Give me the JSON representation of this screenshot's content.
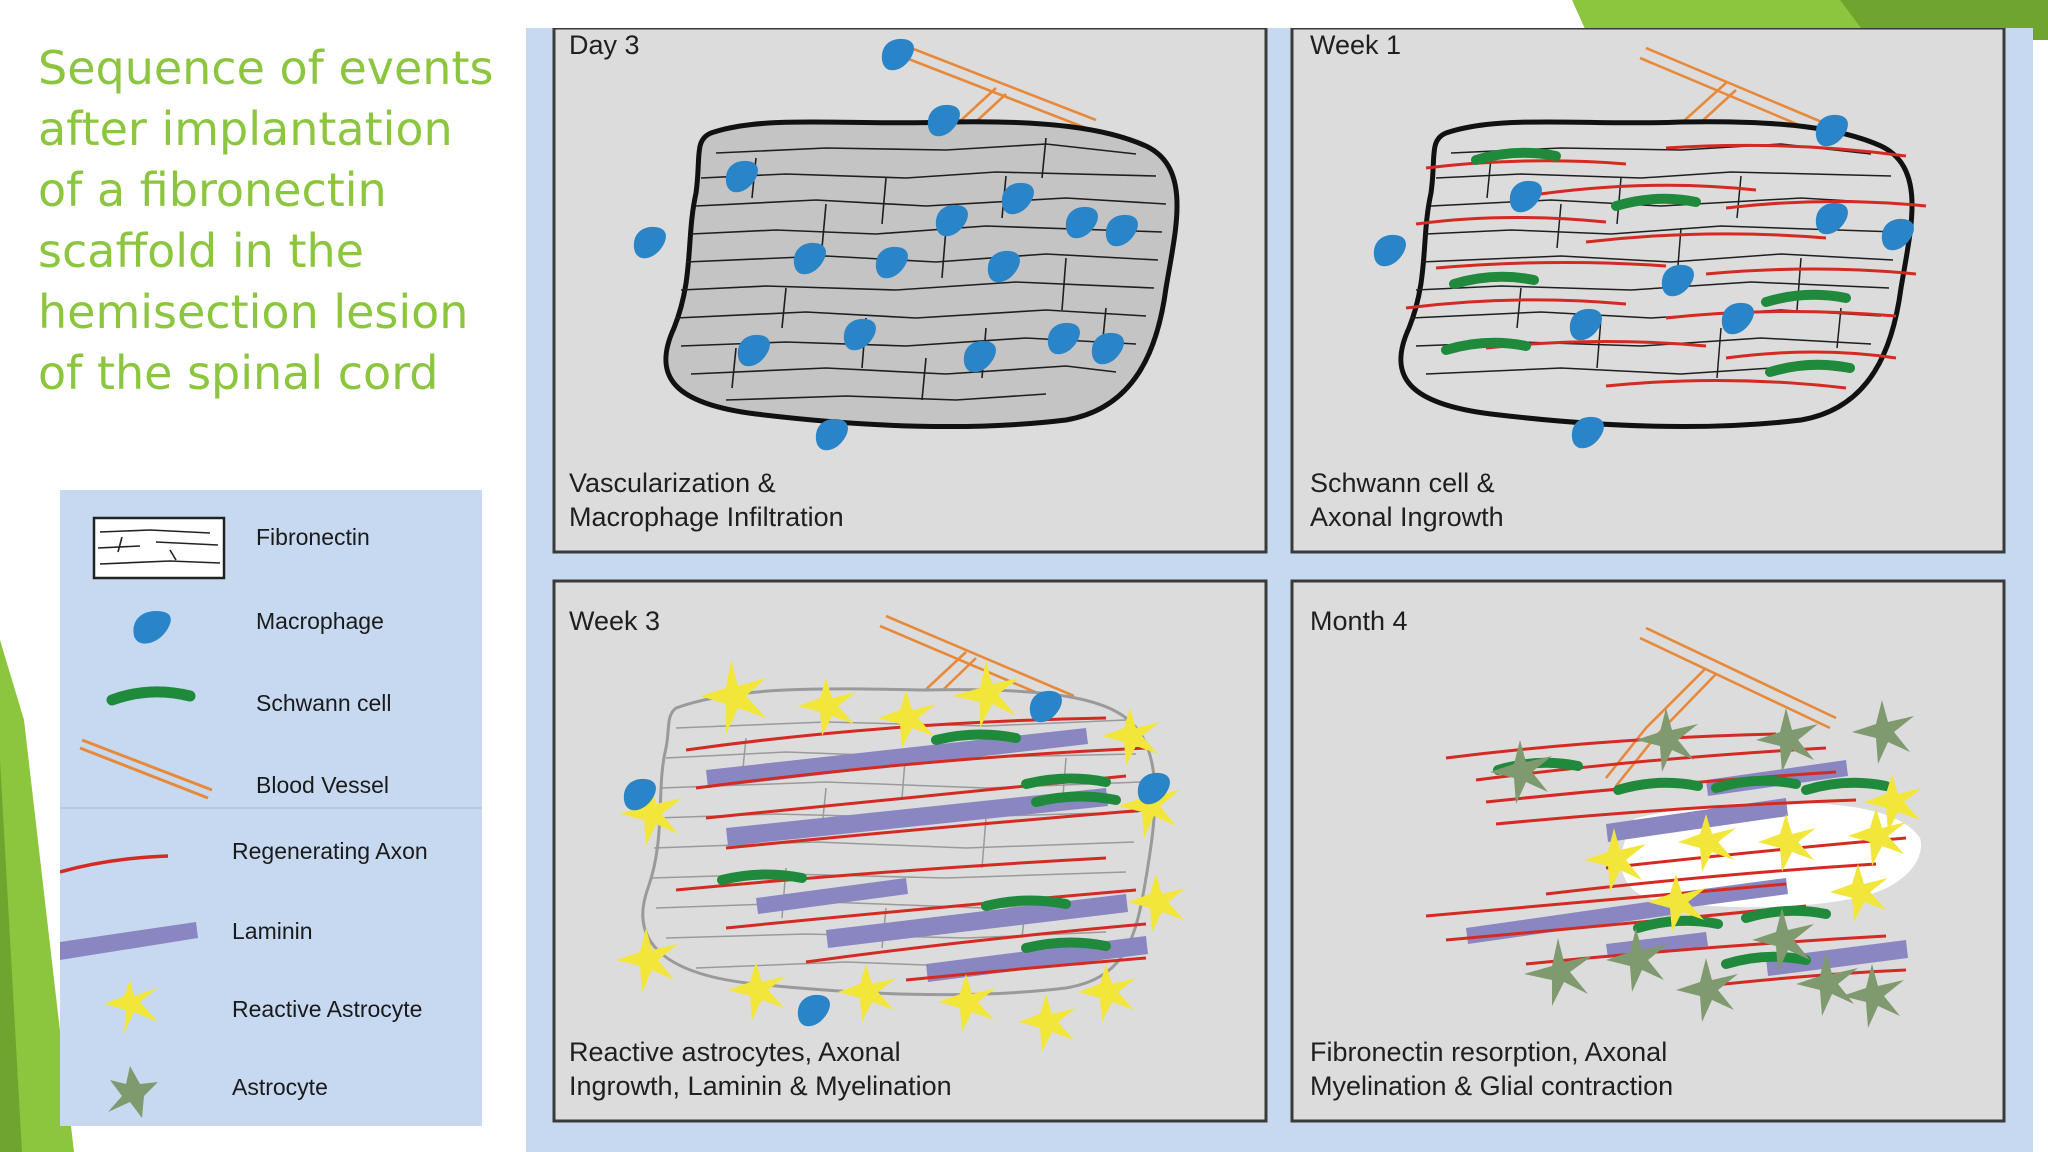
{
  "slide": {
    "title_lines": [
      "Sequence of events",
      "after implantation",
      "of a fibronectin",
      "scaffold in the",
      "hemisection lesion",
      "of the spinal cord"
    ],
    "accent_color": "#8cc63f",
    "accent_dark": "#6fa52e"
  },
  "legend": {
    "background": "#c6d9f0",
    "items": [
      {
        "key": "fibronectin",
        "label": "Fibronectin",
        "icon": "fibronectin-icon"
      },
      {
        "key": "macrophage",
        "label": "Macrophage",
        "icon": "macrophage-icon"
      },
      {
        "key": "schwann",
        "label": "Schwann cell",
        "icon": "schwann-cell-icon"
      },
      {
        "key": "vessel",
        "label": "Blood Vessel",
        "icon": "blood-vessel-icon"
      },
      {
        "key": "axon",
        "label": "Regenerating Axon",
        "icon": "regenerating-axon-icon"
      },
      {
        "key": "laminin",
        "label": "Laminin",
        "icon": "laminin-icon"
      },
      {
        "key": "reactive",
        "label": "Reactive Astrocyte",
        "icon": "reactive-astrocyte-icon"
      },
      {
        "key": "astro",
        "label": "Astrocyte",
        "icon": "astrocyte-icon"
      }
    ]
  },
  "colors": {
    "panel_bg": "#dcdcdc",
    "scaffold_fill": "#c4c4c4",
    "fiber": "#1e1e1e",
    "fiber_faded": "#9a9a9a",
    "macrophage": "#2a84c8",
    "schwann": "#1f8a3c",
    "vessel": "#e8893a",
    "axon": "#d42a22",
    "laminin": "#8a86c2",
    "reactive_astrocyte": "#f2e63a",
    "astrocyte": "#7f9a6e",
    "figure_bg": "#c6d9f0"
  },
  "panels": [
    {
      "key": "day3",
      "title": "Day 3",
      "caption": [
        "Vascularization &",
        "Macrophage Infiltration"
      ]
    },
    {
      "key": "week1",
      "title": "Week 1",
      "caption": [
        "Schwann cell &",
        "Axonal Ingrowth"
      ]
    },
    {
      "key": "week3",
      "title": "Week 3",
      "caption": [
        "Reactive astrocytes, Axonal",
        "Ingrowth, Laminin & Myelination"
      ]
    },
    {
      "key": "month4",
      "title": "Month 4",
      "caption": [
        "Fibronectin resorption, Axonal",
        "Myelination & Glial contraction"
      ]
    }
  ]
}
